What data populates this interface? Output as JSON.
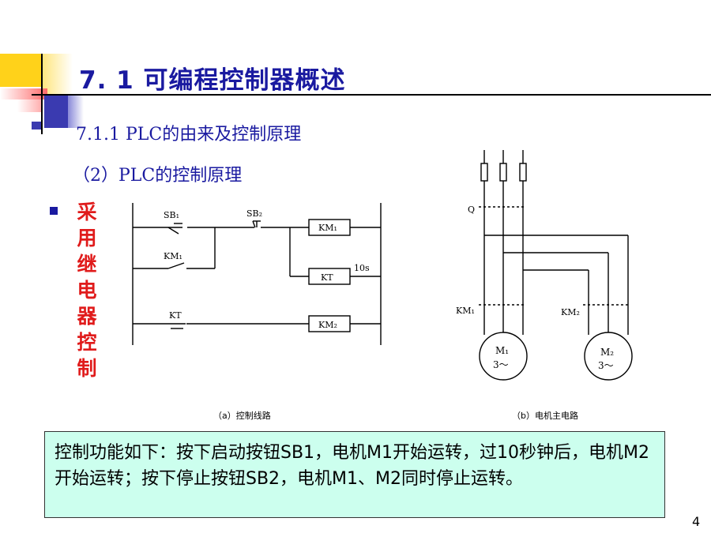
{
  "slide": {
    "title": "7. 1  可编程控制器概述",
    "subtitle1": "7.1.1 PLC的由来及控制原理",
    "subtitle2": "（2）PLC的控制原理",
    "vertical_label": [
      "采",
      "用",
      "继",
      "电",
      "器",
      "控",
      "制"
    ],
    "description": "控制功能如下：按下启动按钮SB1，电机M1开始运转，过10秒钟后，电机M2开始运转；按下停止按钮SB2，电机M1、M2同时停止运转。",
    "page_number": "4"
  },
  "diagram_a": {
    "caption": "（a）控制线路",
    "sb1": "SB₁",
    "sb2": "SB₂",
    "km1_contact": "KM₁",
    "kt_contact": "KT",
    "coil_km1": "KM₁",
    "coil_kt": "KT",
    "coil_km2": "KM₂",
    "timer": "10s"
  },
  "diagram_b": {
    "caption": "（b）电机主电路",
    "q": "Q",
    "km1": "KM₁",
    "km2": "KM₂",
    "m1": "M₁",
    "m1_sub": "3～",
    "m2": "M₂",
    "m2_sub": "3～"
  },
  "colors": {
    "title_blue": "#1a1aa0",
    "accent_red": "#e01b1b",
    "desc_bg": "#ccffee",
    "deco_yellow": "#ffd21a",
    "deco_blue": "#3a3ab0"
  }
}
